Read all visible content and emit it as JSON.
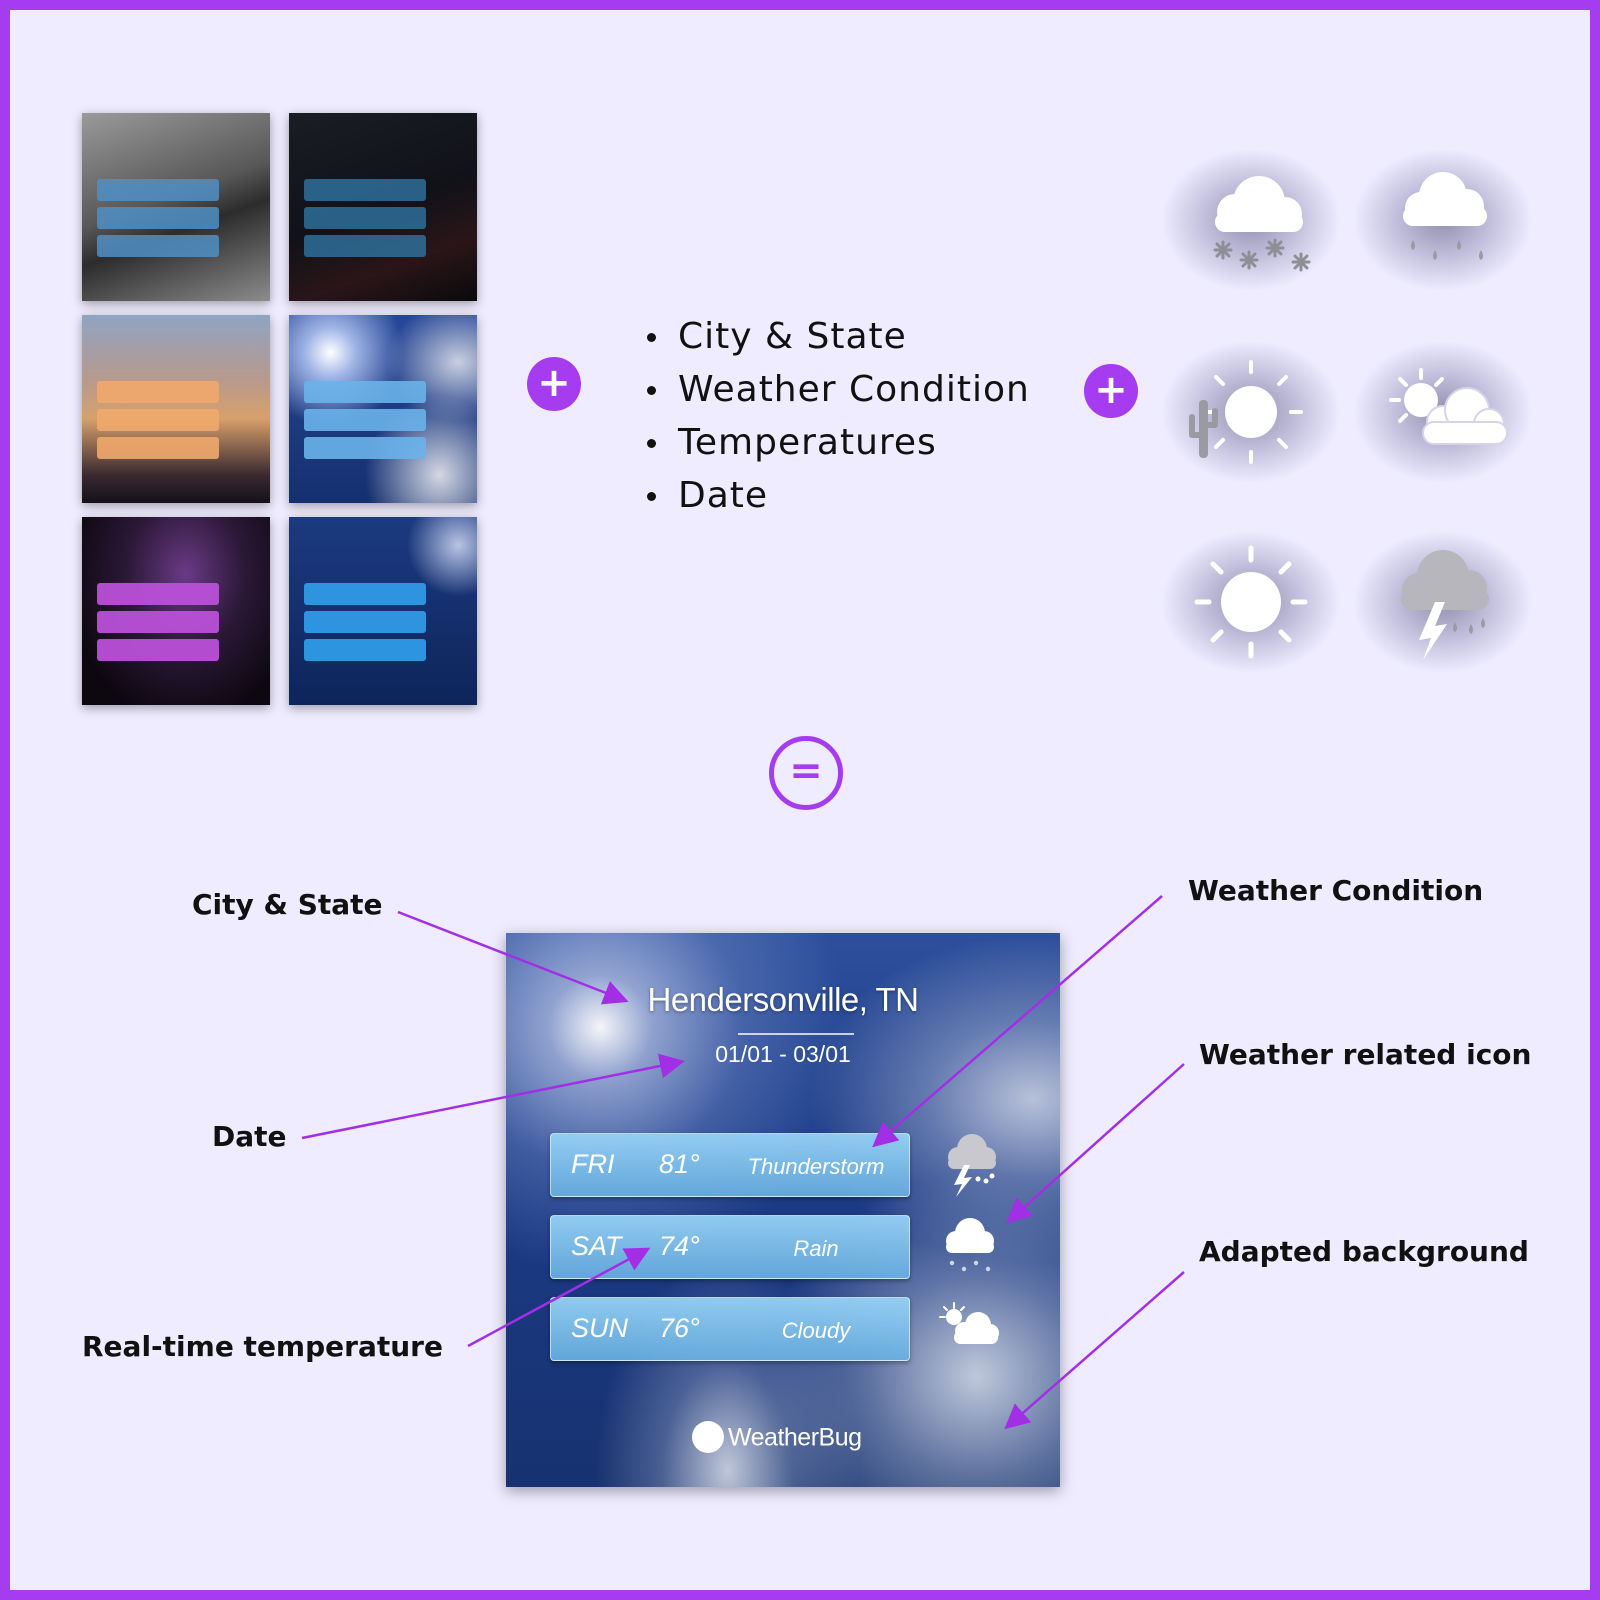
{
  "background_tiles": [
    {
      "name": "snow",
      "bar_color": "#4f8fc6",
      "bg": "#6b6b6b"
    },
    {
      "name": "rain-night",
      "bar_color": "#2f6f9a",
      "bg": "#14161c"
    },
    {
      "name": "sunset",
      "bar_color": "#f0a86c",
      "bg": "#6a5b62"
    },
    {
      "name": "sunny-clouds",
      "bar_color": "#6ab3ea",
      "bg": "#1f3f8a"
    },
    {
      "name": "thunderstorm",
      "bar_color": "#b950d8",
      "bg": "#1a1020"
    },
    {
      "name": "clear-blue",
      "bar_color": "#2f9ae6",
      "bg": "#0d2559"
    }
  ],
  "plus_symbol": "+",
  "equals_symbol": "=",
  "data_points": [
    "City & State",
    "Weather Condition",
    "Temperatures",
    "Date"
  ],
  "weather_icons": [
    "snow-cloud-icon",
    "rain-cloud-icon",
    "sun-cactus-icon",
    "partly-cloudy-icon",
    "sun-icon",
    "thunderstorm-icon"
  ],
  "annotations": {
    "city_state": "City & State",
    "date": "Date",
    "real_time_temperature": "Real-time temperature",
    "weather_condition": "Weather Condition",
    "weather_related_icon": "Weather related icon",
    "adapted_background": "Adapted background"
  },
  "widget": {
    "city": "Hendersonville, TN",
    "date_range": "01/01 - 03/01",
    "forecast": [
      {
        "day": "FRI",
        "temp": "81°",
        "condition": "Thunderstorm",
        "icon": "thunderstorm-icon"
      },
      {
        "day": "SAT",
        "temp": "74°",
        "condition": "Rain",
        "icon": "rain-cloud-icon"
      },
      {
        "day": "SUN",
        "temp": "76°",
        "condition": "Cloudy",
        "icon": "partly-cloudy-icon"
      }
    ],
    "brand": "WeatherBug"
  },
  "colors": {
    "accent": "#a63cf0",
    "page_bg": "#eeecfe",
    "arrow": "#a22ee6"
  }
}
